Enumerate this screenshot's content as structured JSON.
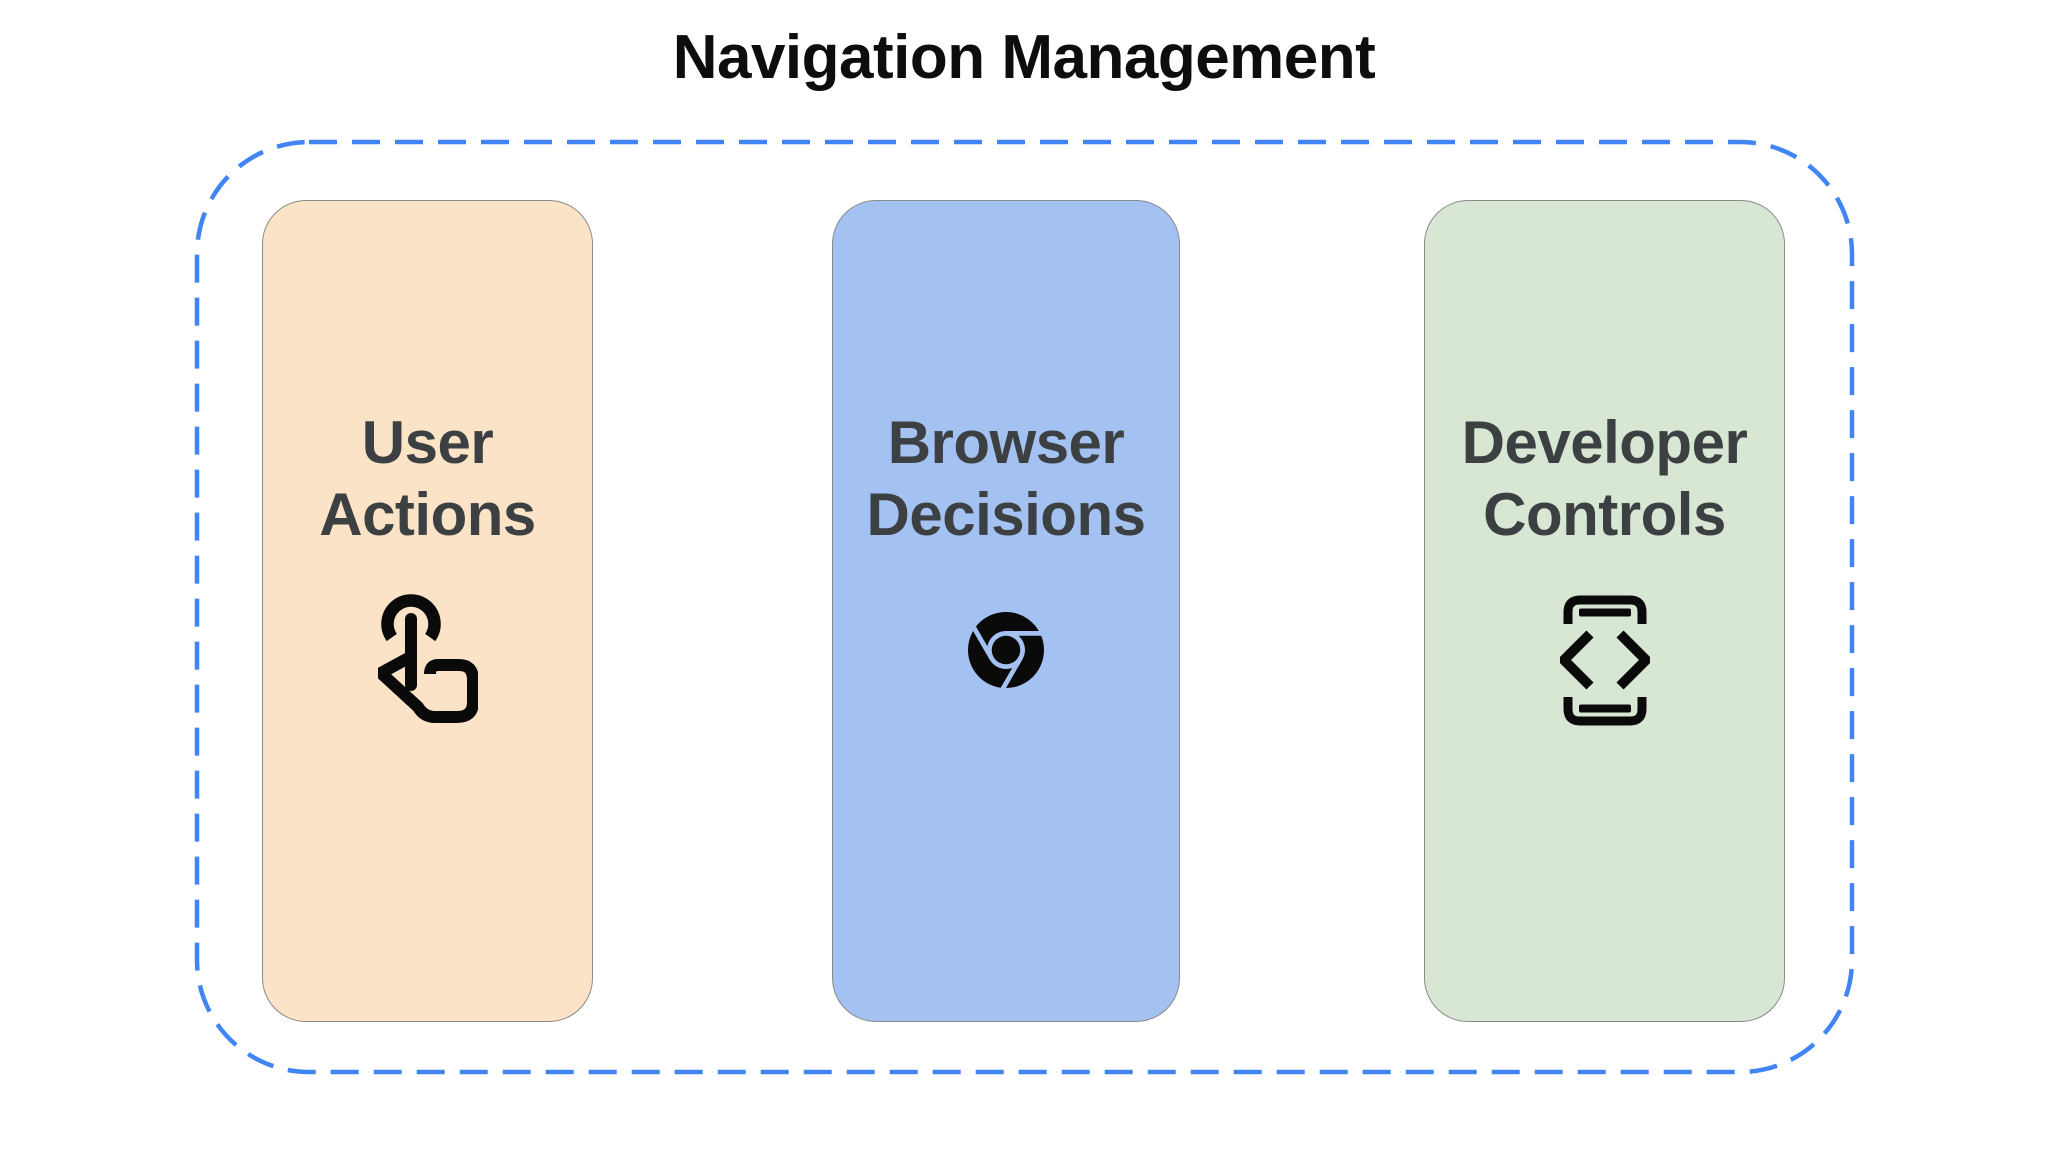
{
  "title": "Navigation Management",
  "cards": [
    {
      "line1": "User",
      "line2": "Actions",
      "icon": "touch-gesture-icon",
      "bg": "#FAE3C6"
    },
    {
      "line1": "Browser",
      "line2": "Decisions",
      "icon": "chrome-icon",
      "bg": "#A3C2F1"
    },
    {
      "line1": "Developer",
      "line2": "Controls",
      "icon": "developer-mode-icon",
      "bg": "#D8E7D3"
    }
  ],
  "colors": {
    "peach_card": "#FAE3C6",
    "blue_card": "#A3C2F1",
    "green_card": "#D8E7D3",
    "dashed_border": "#4184F3",
    "card_border": "#8A8A8A",
    "card_text": "#3C4043",
    "title_text": "#0D0D0D",
    "icon": "#0A0A0A",
    "background": "#FFFFFF"
  }
}
